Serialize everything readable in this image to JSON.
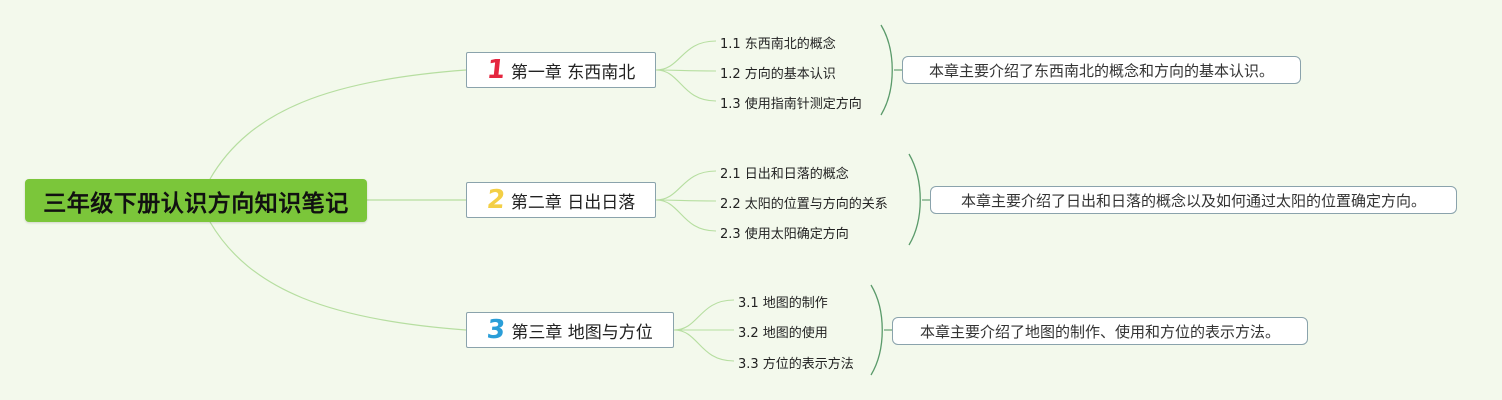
{
  "root": {
    "title": "三年级下册认识方向知识笔记"
  },
  "colors": {
    "background": "#f3f9ec",
    "root_fill": "#7bc63a",
    "connector": "#b6dea0",
    "bracket": "#5a9a6a",
    "chapter_numbers": [
      "#e5263f",
      "#f3cf46",
      "#2a9ed8"
    ]
  },
  "chapters": [
    {
      "number": "1",
      "title": "第一章 东西南北",
      "sections": [
        "1.1 东西南北的概念",
        "1.2 方向的基本认识",
        "1.3 使用指南针测定方向"
      ],
      "summary": "本章主要介绍了东西南北的概念和方向的基本认识。"
    },
    {
      "number": "2",
      "title": "第二章 日出日落",
      "sections": [
        "2.1 日出和日落的概念",
        "2.2 太阳的位置与方向的关系",
        "2.3 使用太阳确定方向"
      ],
      "summary": "本章主要介绍了日出和日落的概念以及如何通过太阳的位置确定方向。"
    },
    {
      "number": "3",
      "title": "第三章 地图与方位",
      "sections": [
        "3.1 地图的制作",
        "3.2 地图的使用",
        "3.3 方位的表示方法"
      ],
      "summary": "本章主要介绍了地图的制作、使用和方位的表示方法。"
    }
  ]
}
